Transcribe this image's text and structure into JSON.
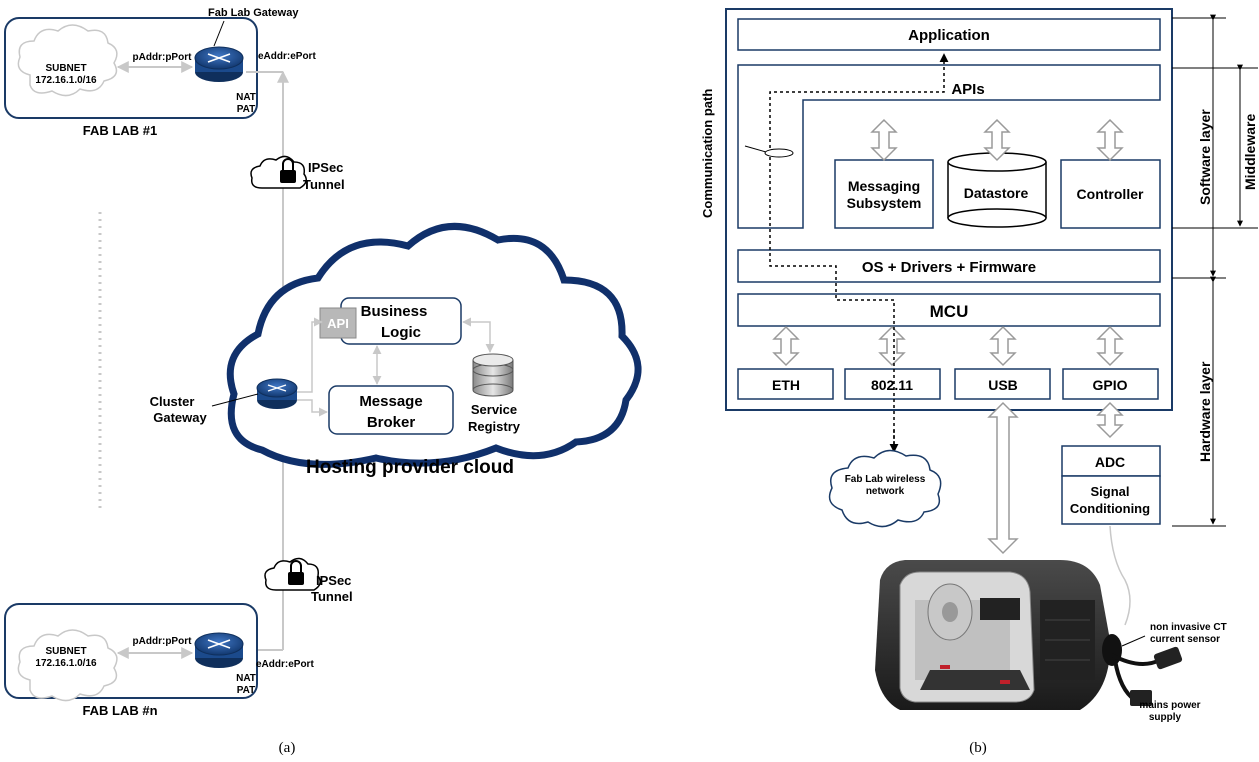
{
  "panel_a": {
    "caption": "(a)",
    "fablab1": {
      "label": "FAB LAB #1",
      "subnet_title": "SUBNET",
      "subnet_addr": "172.16.1.0/16",
      "paddr": "pAddr:pPort",
      "eaddr": "eAddr:ePort",
      "nat": "NAT",
      "pat": "PAT",
      "gateway_label": "Fab Lab Gateway"
    },
    "fablabn": {
      "label": "FAB LAB #n",
      "subnet_title": "SUBNET",
      "subnet_addr": "172.16.1.0/16",
      "paddr": "pAddr:pPort",
      "eaddr": "eAddr:ePort",
      "nat": "NAT",
      "pat": "PAT"
    },
    "tunnel_top": {
      "line1": "IPSec",
      "line2": "Tunnel"
    },
    "tunnel_bottom": {
      "line1": "IPSec",
      "line2": "Tunnel"
    },
    "cloud": {
      "title": "Hosting provider cloud",
      "api": "API",
      "business_logic_1": "Business",
      "business_logic_2": "Logic",
      "message_broker_1": "Message",
      "message_broker_2": "Broker",
      "service_registry_1": "Service",
      "service_registry_2": "Registry",
      "cluster_gateway_1": "Cluster",
      "cluster_gateway_2": "Gateway"
    }
  },
  "panel_b": {
    "caption": "(b)",
    "application": "Application",
    "apis": "APIs",
    "communication_path": "Communication path",
    "messaging_1": "Messaging",
    "messaging_2": "Subsystem",
    "datastore": "Datastore",
    "controller": "Controller",
    "os": "OS + Drivers + Firmware",
    "mcu": "MCU",
    "eth": "ETH",
    "wifi": "802.11",
    "usb": "USB",
    "gpio": "GPIO",
    "adc": "ADC",
    "signal_1": "Signal",
    "signal_2": "Conditioning",
    "software_layer": "Software layer",
    "middleware": "Middleware",
    "hardware_layer": "Hardware layer",
    "wireless_1": "Fab Lab wireless",
    "wireless_2": "network",
    "ct_sensor_1": "non invasive CT",
    "ct_sensor_2": "current sensor",
    "mains_1": "mains power",
    "mains_2": "supply"
  }
}
